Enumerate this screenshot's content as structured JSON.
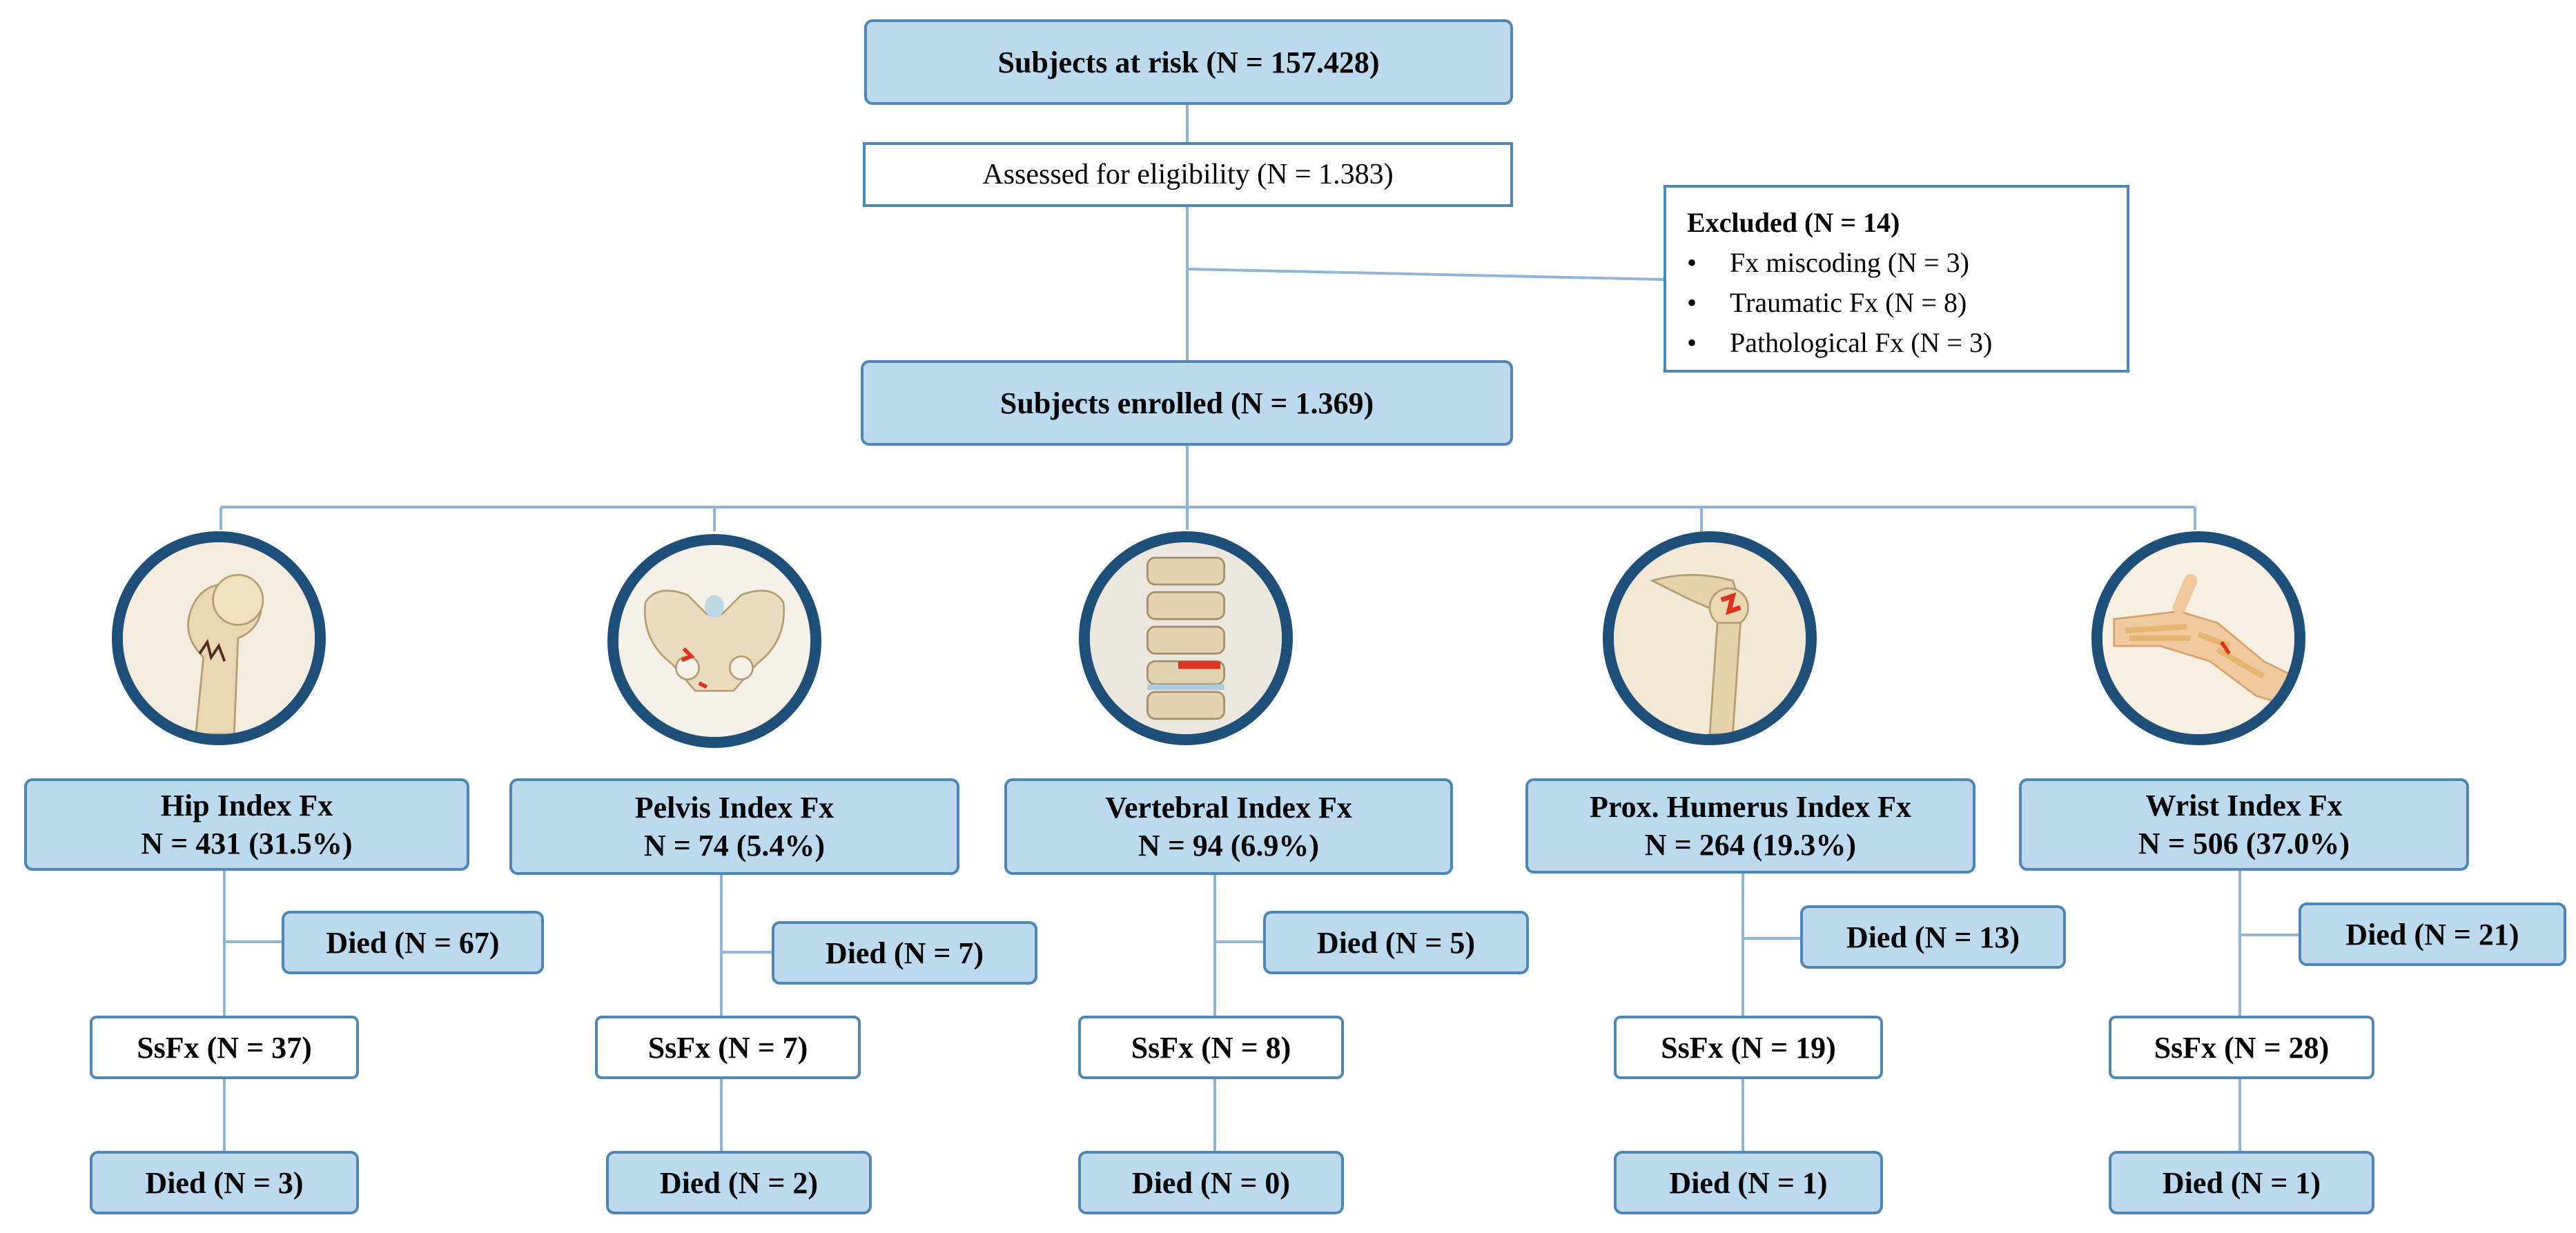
{
  "top": {
    "at_risk": "Subjects at risk  (N = 157.428)",
    "assessed": "Assessed for eligibility  (N = 1.383)",
    "enrolled": "Subjects enrolled (N = 1.369)"
  },
  "excluded": {
    "title": "Excluded (N = 14)",
    "items": [
      "Fx miscoding (N = 3)",
      "Traumatic Fx (N = 8)",
      "Pathological Fx (N = 3)"
    ]
  },
  "groups": [
    {
      "icon": "hip-fracture-icon",
      "title": "Hip Index Fx",
      "n": "N = 431 (31.5%)",
      "died1": "Died (N = 67)",
      "ssfx": "SsFx (N = 37)",
      "died2": "Died (N = 3)"
    },
    {
      "icon": "pelvis-fracture-icon",
      "title": "Pelvis Index Fx",
      "n": "N = 74 (5.4%)",
      "died1": "Died (N = 7)",
      "ssfx": "SsFx (N = 7)",
      "died2": "Died (N = 2)"
    },
    {
      "icon": "vertebral-fracture-icon",
      "title": "Vertebral Index Fx",
      "n": "N = 94 (6.9%)",
      "died1": "Died (N = 5)",
      "ssfx": "SsFx (N = 8)",
      "died2": "Died (N = 0)"
    },
    {
      "icon": "humerus-fracture-icon",
      "title": "Prox. Humerus Index Fx",
      "n": "N = 264 (19.3%)",
      "died1": "Died (N = 13)",
      "ssfx": "SsFx (N = 19)",
      "died2": "Died (N = 1)"
    },
    {
      "icon": "wrist-fracture-icon",
      "title": "Wrist Index Fx",
      "n": "N = 506 (37.0%)",
      "died1": "Died (N = 21)",
      "ssfx": "SsFx (N = 28)",
      "died2": "Died (N = 1)"
    }
  ],
  "colors": {
    "box_fill": "#bcd9ee",
    "box_border": "#4f86b5",
    "circle_ring": "#1f4e79",
    "line": "#8fb6d8",
    "fracture_red": "#e0301e"
  }
}
